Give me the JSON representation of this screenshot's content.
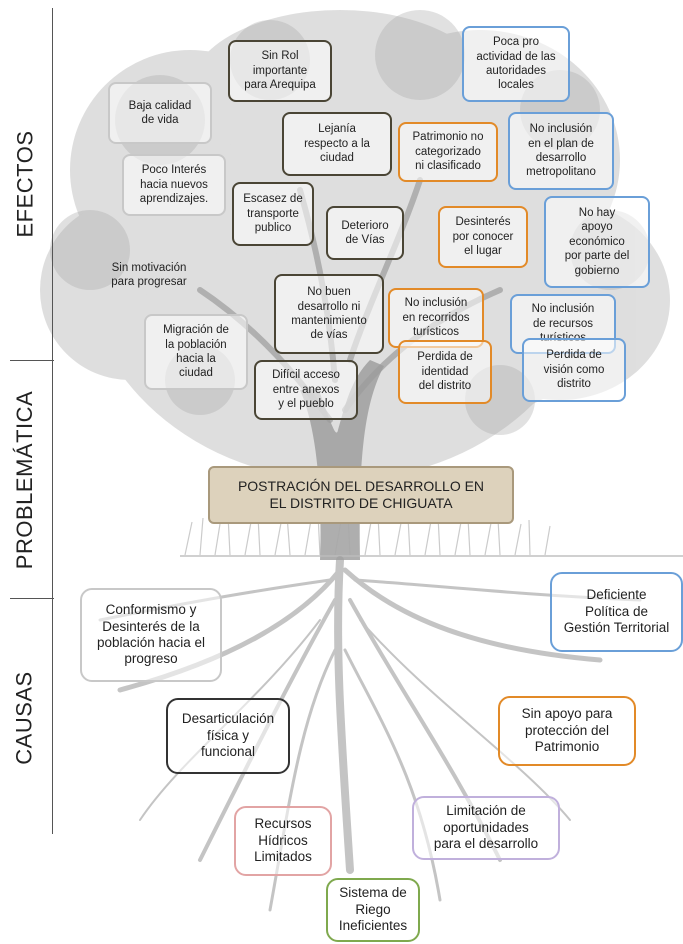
{
  "side_labels": {
    "effects": "EFECTOS",
    "problem": "PROBLEMÁTICA",
    "causes": "CAUSAS"
  },
  "central_problem": "POSTRACIÓN DEL DESARROLLO EN\nEL  DISTRITO DE CHIGUATA",
  "colors": {
    "dark": "#4a4535",
    "orange": "#e28a28",
    "blue": "#6a9fd8",
    "gray": "#c8c8c8",
    "pink": "#e2a4a4",
    "lavender": "#c0b0dc",
    "green": "#7fa94e",
    "center_fill": "#ddd2bc",
    "tree": "#b3b3b3"
  },
  "effects": [
    {
      "text": "Sin Rol\nimportante\npara Arequipa",
      "color": "dark"
    },
    {
      "text": "Poca pro\nactividad de las\nautoridades\nlocales",
      "color": "blue"
    },
    {
      "text": "Baja calidad\nde vida",
      "color": "gray"
    },
    {
      "text": "Lejanía\nrespecto a la\nciudad",
      "color": "dark"
    },
    {
      "text": "Patrimonio no\ncategorizado\nni clasificado",
      "color": "orange"
    },
    {
      "text": "No inclusión\nen el plan de\ndesarrollo\nmetropolitano",
      "color": "blue"
    },
    {
      "text": "Poco Interés\nhacia nuevos\naprendizajes.",
      "color": "gray"
    },
    {
      "text": "Escasez de\ntransporte\npublico",
      "color": "dark"
    },
    {
      "text": "Deterioro\nde Vías",
      "color": "dark"
    },
    {
      "text": "Desinterés\npor conocer\nel lugar",
      "color": "orange"
    },
    {
      "text": "No hay\napoyo\neconómico\npor parte del\ngobierno",
      "color": "blue"
    },
    {
      "text": "Sin motivación\npara progresar",
      "color": "none"
    },
    {
      "text": "No buen\ndesarrollo ni\nmantenimiento\nde vías",
      "color": "dark"
    },
    {
      "text": "No inclusión\nen recorridos\nturísticos",
      "color": "orange"
    },
    {
      "text": "No inclusión\nde recursos\nturísticos",
      "color": "blue"
    },
    {
      "text": "Migración de\nla población\nhacia la\nciudad",
      "color": "gray"
    },
    {
      "text": "Difícil acceso\nentre anexos\ny el pueblo",
      "color": "dark"
    },
    {
      "text": "Perdida de\nidentidad\ndel distrito",
      "color": "orange"
    },
    {
      "text": "Perdida de\nvisión como\ndistrito",
      "color": "blue"
    }
  ],
  "causes": [
    {
      "text": "Conformismo y\nDesinterés de la\npoblación hacia el\nprogreso",
      "color": "gray"
    },
    {
      "text": "Deficiente\nPolítica de\nGestión Territorial",
      "color": "blue"
    },
    {
      "text": "Desarticulación\nfísica y\nfuncional",
      "color": "dark"
    },
    {
      "text": "Sin apoyo para\nprotección del\nPatrimonio",
      "color": "orange"
    },
    {
      "text": "Recursos\nHídricos\nLimitados",
      "color": "pink"
    },
    {
      "text": "Limitación de\noportunidades\npara el desarrollo",
      "color": "lavender"
    },
    {
      "text": "Sistema de\nRiego\nIneficientes",
      "color": "green"
    }
  ]
}
